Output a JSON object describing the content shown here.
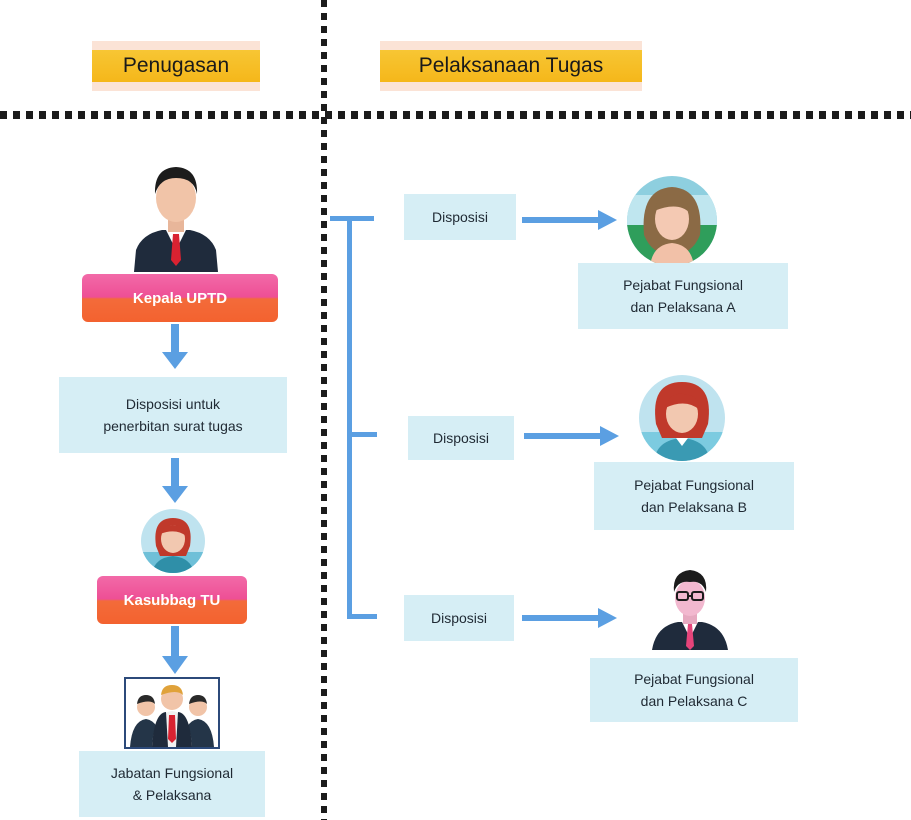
{
  "header": {
    "left_tag": "Penugasan",
    "right_tag": "Pelaksanaan Tugas"
  },
  "left_flow": {
    "head_role": "Kepala UPTD",
    "disposition_note": "Disposisi untuk\npenerbitan surat tugas",
    "admin_role": "Kasubbag TU",
    "staff_group": "Jabatan Fungsional\n& Pelaksana"
  },
  "right_flow": {
    "branches": [
      {
        "action": "Disposisi",
        "recipient": "Pejabat Fungsional\ndan Pelaksana A"
      },
      {
        "action": "Disposisi",
        "recipient": "Pejabat Fungsional\ndan Pelaksana B"
      },
      {
        "action": "Disposisi",
        "recipient": "Pejabat Fungsional\ndan Pelaksana C"
      }
    ]
  },
  "colors": {
    "tag_fill": "#f5b71a",
    "banner_pink": "#ee4f95",
    "banner_orange": "#f3622f",
    "box_fill": "#d6eef5",
    "connector_blue": "#5b9fe2",
    "separator": "#1b1b1b"
  },
  "icons": [
    "manager-avatar",
    "woman-avatar-a",
    "woman-avatar-b",
    "man-glasses-avatar",
    "woman-avatar-small",
    "team-group-icon"
  ]
}
